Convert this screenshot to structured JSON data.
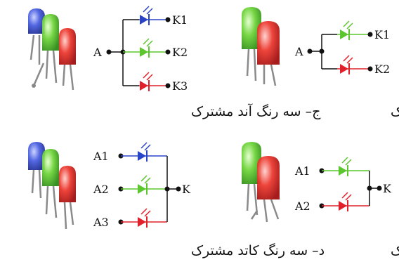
{
  "panels": [
    {
      "caption": "ج– سه رنگ آند مشترک",
      "common_label": "A",
      "terminal_labels": [
        "K1",
        "K2",
        "K3"
      ],
      "led_colors": [
        "#2a44c8",
        "#5cc62e",
        "#e0202a"
      ]
    },
    {
      "caption": "الف– دو رنگ آند مشترک",
      "common_label": "A",
      "terminal_labels": [
        "K1",
        "K2"
      ],
      "led_colors": [
        "#5cc62e",
        "#e0202a"
      ]
    },
    {
      "caption": "د– سه رنگ کاتد مشترک",
      "common_label": "K",
      "terminal_labels": [
        "A1",
        "A2",
        "A3"
      ],
      "led_colors": [
        "#2a44c8",
        "#5cc62e",
        "#e0202a"
      ]
    },
    {
      "caption": "ب– دو رنگ کاتد مشترک",
      "common_label": "K",
      "terminal_labels": [
        "A1",
        "A2"
      ],
      "led_colors": [
        "#5cc62e",
        "#e0202a"
      ]
    }
  ],
  "colors": {
    "blue": "#2a44c8",
    "green": "#5cc62e",
    "red": "#e0202a",
    "wire": "#111111",
    "lead": "#8a8a8a"
  }
}
